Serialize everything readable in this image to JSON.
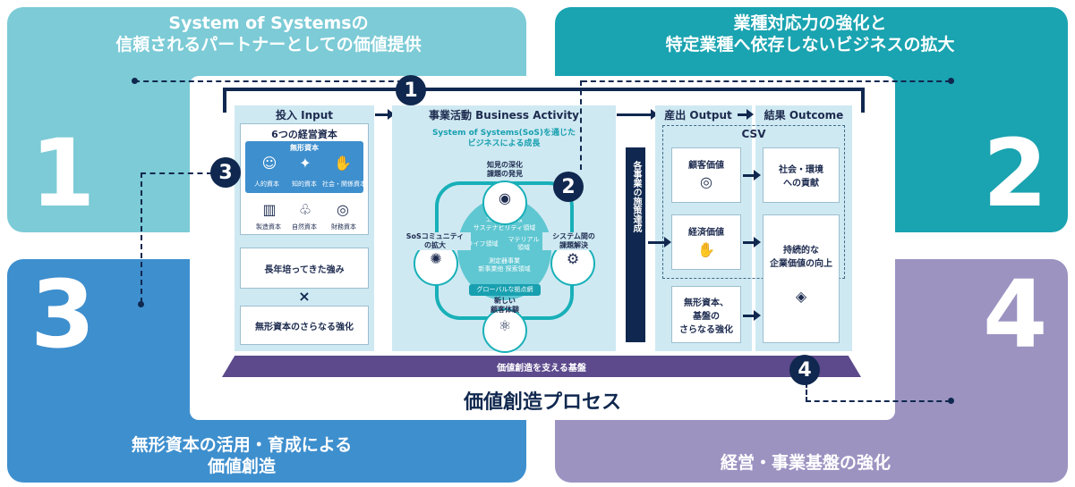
{
  "quadrants": {
    "q1": {
      "number": "1",
      "title": "System of Systemsの\n信頼されるパートナーとしての価値提供"
    },
    "q2": {
      "number": "2",
      "title": "業種対応力の強化と\n特定業種へ依存しないビジネスの拡大"
    },
    "q3": {
      "number": "3",
      "title": "無形資本の活用・育成による\n価値創造"
    },
    "q4": {
      "number": "4",
      "title": "経営・事業基盤の強化"
    }
  },
  "process": {
    "title": "価値創造プロセス",
    "foundation": "価値創造を支える基盤",
    "markers": [
      "1",
      "2",
      "3",
      "4"
    ],
    "input": {
      "header": "投入 Input",
      "capital_title": "6つの経営資本",
      "intangible_label": "無形資本",
      "capitals": [
        "人的資本",
        "知的資本",
        "社会・関係資本",
        "製造資本",
        "自然資本",
        "財務資本"
      ],
      "strength": "長年培ってきた強み",
      "cross": "×",
      "reinforce": "無形資本のさらなる強化"
    },
    "activity": {
      "header": "事業活動 Business Activity",
      "subtitle": "System of Systems(SoS)を通じた\nビジネスによる成長",
      "nodes": [
        "知見の深化\n課題の発見",
        "システム間の\n課題解決",
        "新しい\n顧客体験",
        "SoSコミュニティ\nの拡大"
      ],
      "center_domains": [
        "エネルギー＆\nサステナビリティ領域",
        "ライフ領域",
        "マテリアル\n領域",
        "測定器事業\n新事業他 探索領域"
      ],
      "global": "グローバルな拠点網"
    },
    "vertical_label": "各事業の施策達成",
    "output": {
      "header": "産出 Output",
      "items": [
        "顧客価値",
        "経済価値",
        "無形資本、\n基盤の\nさらなる強化"
      ]
    },
    "outcome": {
      "header": "結果 Outcome",
      "csv": "CSV",
      "items": [
        "社会・環境\nへの貢献",
        "持続的な\n企業価値の向上"
      ]
    }
  },
  "colors": {
    "q1": "#7ccbd6",
    "q2": "#1aa3b0",
    "q3": "#3e8fce",
    "q4": "#9c93c1",
    "navy": "#10284f",
    "foundation": "#5c4a8c"
  }
}
